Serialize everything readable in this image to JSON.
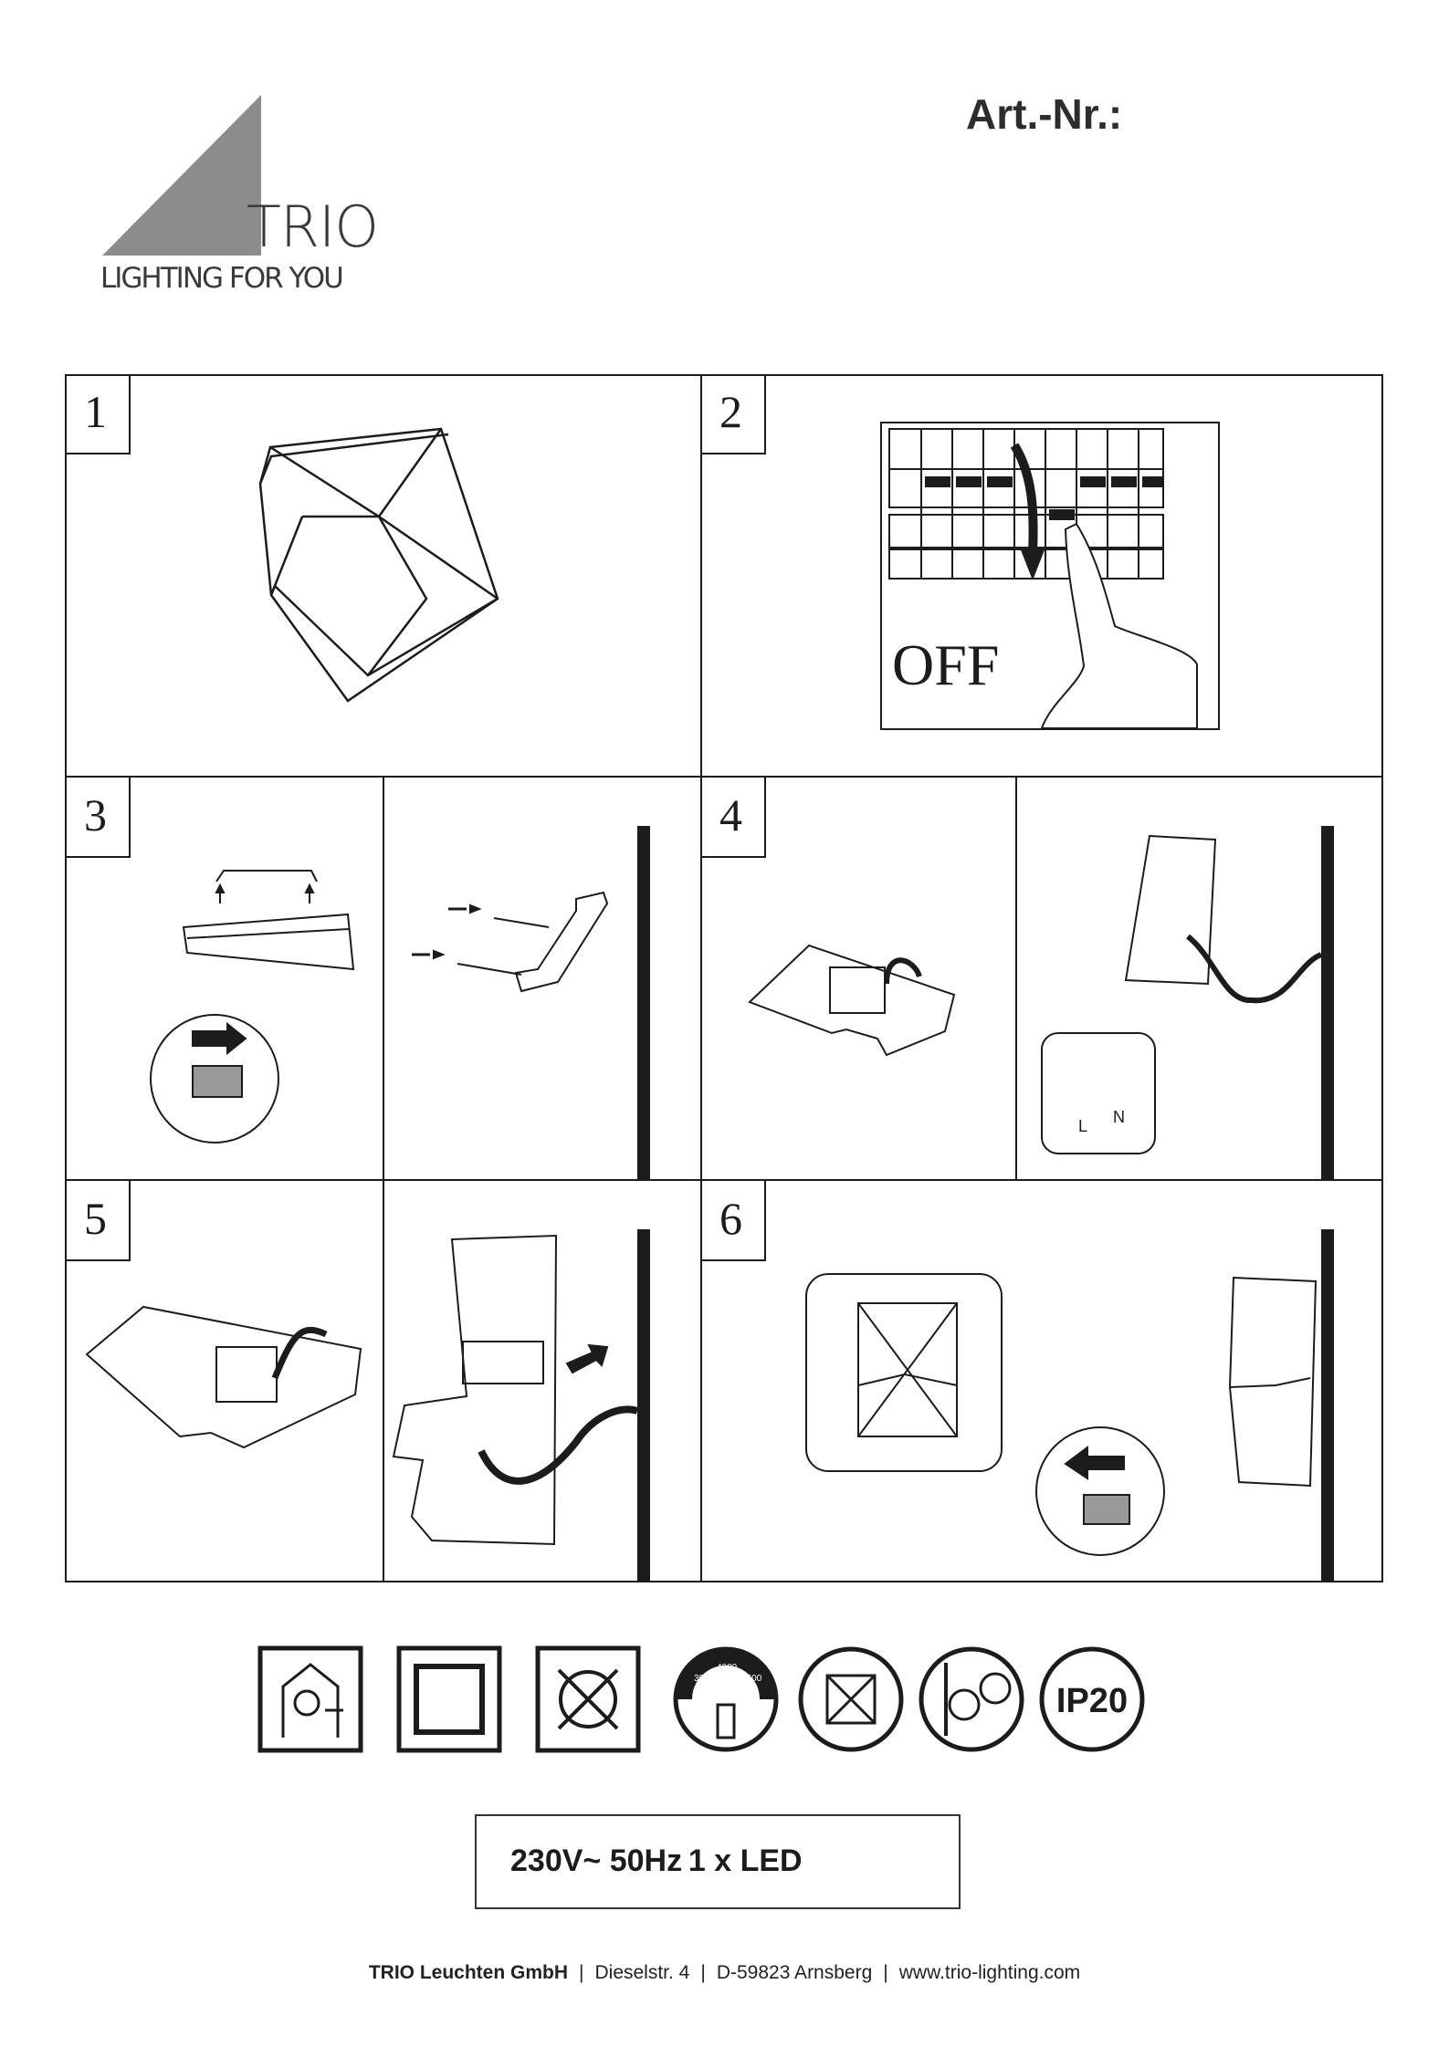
{
  "header": {
    "brand_name": "TRIO",
    "brand_tagline": "LIGHTING FOR YOU",
    "article_label": "Art.-Nr.:"
  },
  "steps": [
    {
      "number": "1"
    },
    {
      "number": "2",
      "caption": "OFF"
    },
    {
      "number": "3"
    },
    {
      "number": "4"
    },
    {
      "number": "5"
    },
    {
      "number": "6"
    }
  ],
  "wiring_labels": {
    "live": "L",
    "neutral": "N"
  },
  "symbols": [
    {
      "icon": "indoor-use-icon"
    },
    {
      "icon": "protection-class-2-icon"
    },
    {
      "icon": "led-not-replaceable-icon"
    },
    {
      "icon": "color-temperature-switch-icon",
      "labels": [
        "3000",
        "4000",
        "6500"
      ]
    },
    {
      "icon": "not-dimmable-icon"
    },
    {
      "icon": "wall-mount-icon"
    },
    {
      "icon": "ip-rating-icon",
      "text": "IP20"
    }
  ],
  "specs": {
    "text": "230V~ 50Hz 1 x LED"
  },
  "footer": {
    "company": "TRIO Leuchten GmbH",
    "street": "Dieselstr. 4",
    "city": "D-59823 Arnsberg",
    "website": "www.trio-lighting.com"
  }
}
